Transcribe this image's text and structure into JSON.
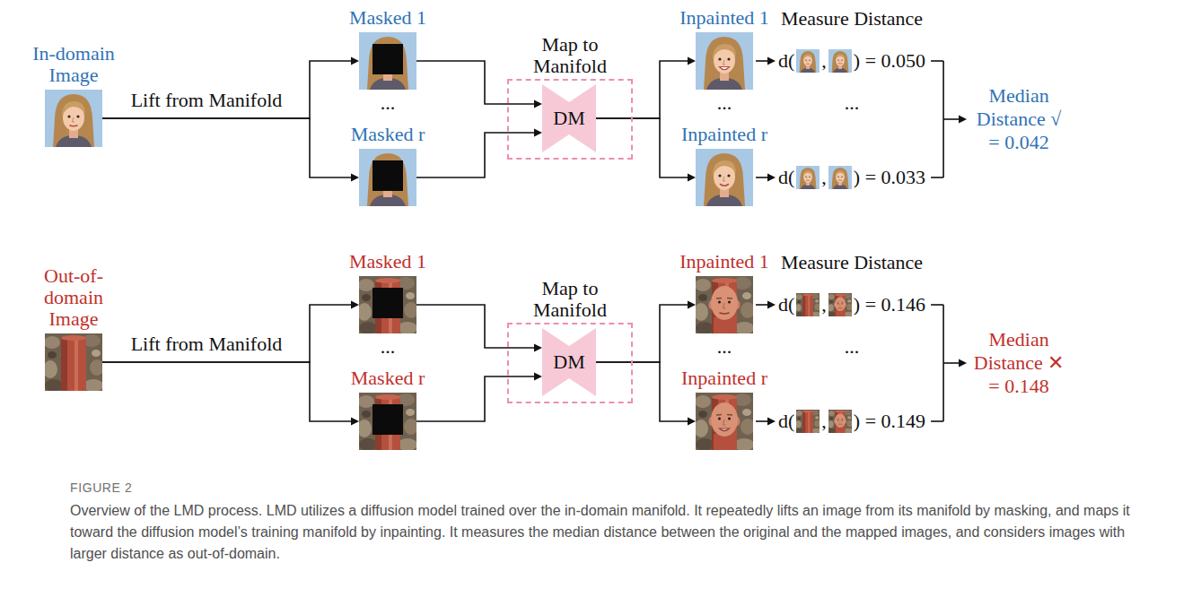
{
  "diagram": {
    "caption": "Overview of the LMD process. LMD utilizes a diffusion model trained over the in-domain manifold. It repeatedly lifts an image from its manifold by masking, and maps it toward the diffusion model’s training manifold by inpainting. It measures the median distance between the original and the mapped images, and considers images with larger distance as out-of-domain.",
    "nodes": [
      {
        "text": [
          "In-domain Image"
        ]
      },
      {
        "text": [
          "Masked 1"
        ]
      },
      {
        "text": [
          "Masked r"
        ]
      },
      {
        "text": [
          "Map to Manifold"
        ]
      },
      {
        "text": [
          "DM"
        ],
        "in": 3
      },
      {
        "text": [
          "Inpainted 1"
        ]
      },
      {
        "text": [
          "Inpainted r"
        ]
      },
      {
        "text": [
          "Out-of-domain Image"
        ]
      },
      {
        "text": [
          "Masked 1"
        ]
      },
      {
        "text": [
          "Masked r"
        ]
      },
      {
        "text": [
          "Map to Manifold"
        ]
      },
      {
        "text": [
          "DM"
        ],
        "in": 10
      },
      {
        "text": [
          "Inpainted 1"
        ]
      },
      {
        "text": [
          "Inpainted r"
        ]
      }
    ],
    "edges": [
      {
        "from": 0,
        "to": 1,
        "arrow": "to"
      },
      {
        "from": 0,
        "to": 2,
        "arrow": "to"
      },
      {
        "from": 1,
        "to": 4,
        "arrow": "to"
      },
      {
        "from": 2,
        "to": 4,
        "arrow": "to"
      },
      {
        "from": 4,
        "to": 5,
        "arrow": "to"
      },
      {
        "from": 4,
        "to": 6,
        "arrow": "to"
      },
      {
        "from": 7,
        "to": 8,
        "arrow": "to"
      },
      {
        "from": 7,
        "to": 9,
        "arrow": "to"
      },
      {
        "from": 8,
        "to": 11,
        "arrow": "to"
      },
      {
        "from": 9,
        "to": 11,
        "arrow": "to"
      },
      {
        "from": 11,
        "to": 12,
        "arrow": "to"
      },
      {
        "from": 11,
        "to": 13,
        "arrow": "to"
      }
    ],
    "labels": [
      "Lift from Manifold",
      "...",
      "...",
      "Measure Distance",
      "d(",
      ",",
      ") = 0.050",
      "...",
      "d(",
      ",",
      ") = 0.033",
      "Median Distance √ = 0.042",
      "Lift from Manifold",
      "...",
      "...",
      "Measure Distance",
      "d(",
      ",",
      ") = 0.146",
      "...",
      "d(",
      ",",
      ") = 0.149",
      "Median Distance ✕ = 0.148",
      "FIGURE 2"
    ]
  }
}
